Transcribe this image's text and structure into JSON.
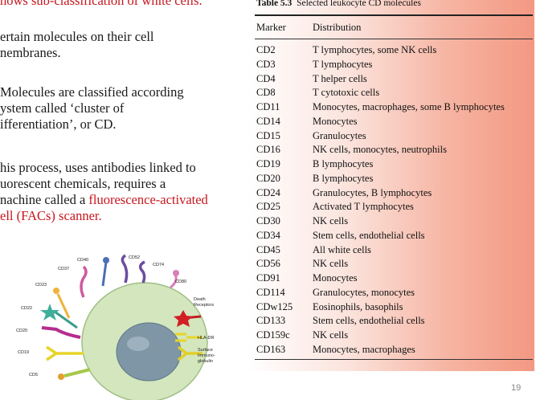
{
  "slide": {
    "top_clipped_text": "hows sub-classification of white cells.",
    "paragraphs": [
      {
        "lines": [
          "ertain molecules on their cell",
          "nembranes."
        ]
      },
      {
        "lines": [
          "Molecules are classified according",
          "ystem called ‘cluster of",
          "ifferentiation’, or CD."
        ]
      },
      {
        "lines": [
          "his process, uses antibodies linked to",
          "uorescent chemicals, requires a"
        ]
      }
    ],
    "red_line_1_prefix": "nachine called a ",
    "red_line_1_red": "fluorescence-activated",
    "red_line_2": "ell (FACs) scanner.",
    "page_number": "19"
  },
  "table": {
    "caption_number": "Table 5.3",
    "caption_text": "Selected leukocyte CD molecules",
    "header_marker": "Marker",
    "header_distribution": "Distribution",
    "rows": [
      {
        "marker": "CD2",
        "distribution": "T lymphocytes, some NK cells"
      },
      {
        "marker": "CD3",
        "distribution": "T lymphocytes"
      },
      {
        "marker": "CD4",
        "distribution": "T helper cells"
      },
      {
        "marker": "CD8",
        "distribution": "T cytotoxic cells"
      },
      {
        "marker": "CD11",
        "distribution": "Monocytes, macrophages, some B lymphocytes"
      },
      {
        "marker": "CD14",
        "distribution": "Monocytes"
      },
      {
        "marker": "CD15",
        "distribution": "Granulocytes"
      },
      {
        "marker": "CD16",
        "distribution": "NK cells, monocytes, neutrophils"
      },
      {
        "marker": "CD19",
        "distribution": "B lymphocytes"
      },
      {
        "marker": "CD20",
        "distribution": "B lymphocytes"
      },
      {
        "marker": "CD24",
        "distribution": "Granulocytes, B lymphocytes"
      },
      {
        "marker": "CD25",
        "distribution": "Activated T lymphocytes"
      },
      {
        "marker": "CD30",
        "distribution": "NK cells"
      },
      {
        "marker": "CD34",
        "distribution": "Stem cells, endothelial cells"
      },
      {
        "marker": "CD45",
        "distribution": "All white cells"
      },
      {
        "marker": "CD56",
        "distribution": "NK cells"
      },
      {
        "marker": "CD91",
        "distribution": "Monocytes"
      },
      {
        "marker": "CD114",
        "distribution": "Granulocytes, monocytes"
      },
      {
        "marker": "CDw125",
        "distribution": "Eosinophils, basophils"
      },
      {
        "marker": "CD133",
        "distribution": "Stem cells, endothelial cells"
      },
      {
        "marker": "CD159c",
        "distribution": "NK cells"
      },
      {
        "marker": "CD163",
        "distribution": "Monocytes, macrophages"
      }
    ]
  },
  "figure": {
    "labels": {
      "cd40": "CD40",
      "cd52": "CD52",
      "cd74": "CD74",
      "cd37": "CD37",
      "cd80": "CD80",
      "cd23": "CD23",
      "death": "Death",
      "receptors": "Receptors",
      "cd22": "CD22",
      "cd20": "CD20",
      "hladr": "HLA-DR",
      "cd19": "CD19",
      "surface": "Surface",
      "immuno": "Immuno-",
      "globulin": "globulin",
      "cd5": "CD5"
    }
  },
  "colors": {
    "text_red": "#c8161d",
    "table_gradient_end": "#f39882",
    "cell_membrane": "#cfe3b8",
    "cell_nucleus": "#7f96a6"
  }
}
